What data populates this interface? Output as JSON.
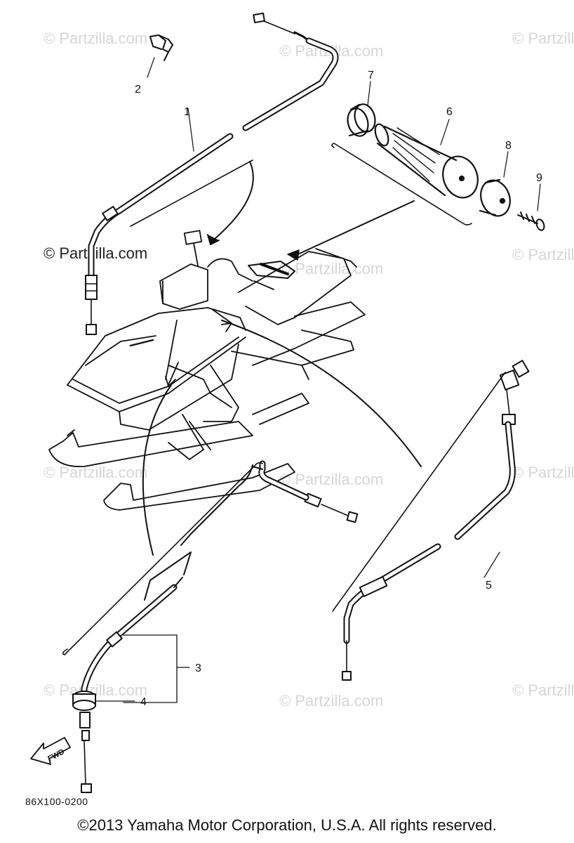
{
  "watermark_text": "© Partzilla.com",
  "callouts": {
    "c1": "1",
    "c2": "2",
    "c3": "3",
    "c4": "4",
    "c5": "5",
    "c6": "6",
    "c7": "7",
    "c8": "8",
    "c9": "9"
  },
  "forward_label": "FWD",
  "drawing_code": "86X100-0200",
  "copyright": "©2013 Yamaha Motor Corporation, U.S.A. All rights reserved."
}
